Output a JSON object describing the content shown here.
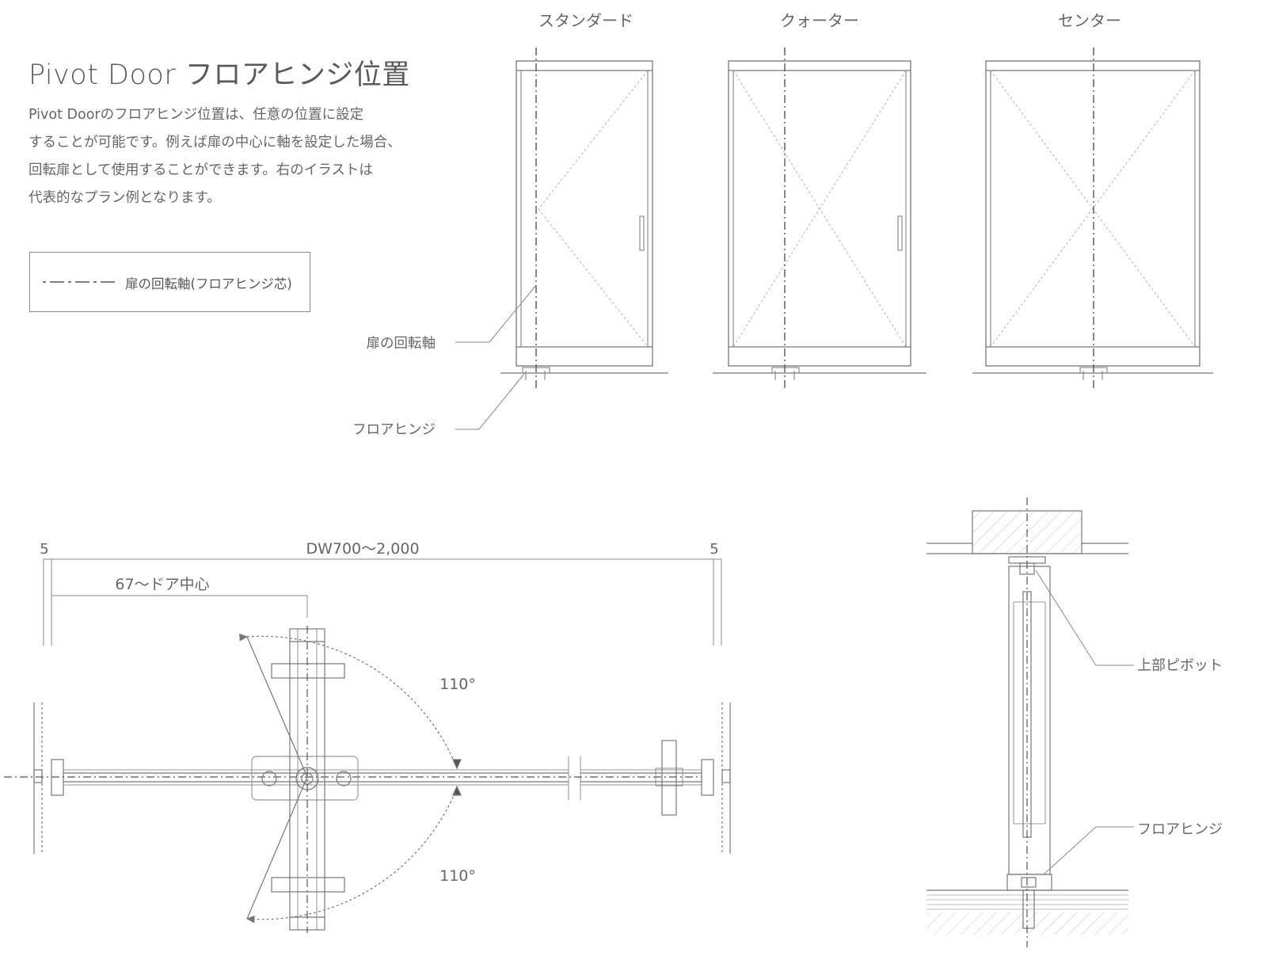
{
  "heading": {
    "title": "Pivot Door フロアヒンジ位置"
  },
  "description": {
    "lines": [
      "Pivot Doorのフロアヒンジ位置は、任意の位置に設定",
      "することが可能です。例えば扉の中心に軸を設定した場合、",
      "回転扉として使用することができます。右のイラストは",
      "代表的なプラン例となります。"
    ]
  },
  "legend": {
    "label": "扉の回転軸(フロアヒンジ芯)"
  },
  "elevations": {
    "standard": "スタンダード",
    "quarter": "クォーター",
    "center": "センター",
    "callout_axis": "扉の回転軸",
    "callout_hinge": "フロアヒンジ"
  },
  "plan": {
    "dim_total": "DW700〜2,000",
    "dim_left_gap": "5",
    "dim_right_gap": "5",
    "dim_center": "67〜ドア中心",
    "angle_top": "110°",
    "angle_bottom": "110°"
  },
  "section": {
    "top_pivot": "上部ピボット",
    "floor_hinge": "フロアヒンジ"
  },
  "colors": {
    "line": "#7a7a7a",
    "text": "#666666",
    "hatch": "#bbbbbb"
  }
}
